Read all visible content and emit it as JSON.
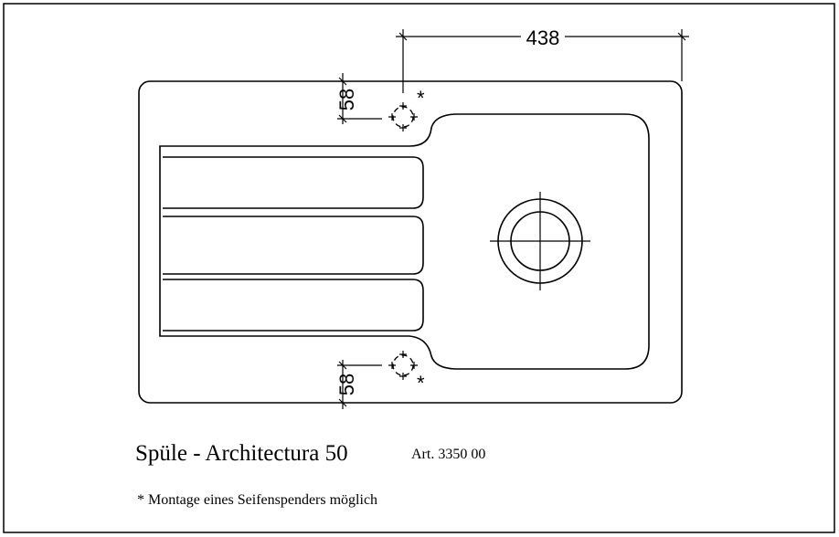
{
  "dimensions": {
    "width_label": "438",
    "top_offset_label": "58",
    "bottom_offset_label": "58"
  },
  "markers": {
    "soap_top": "*",
    "soap_bottom": "*"
  },
  "title": {
    "product": "Spüle - Architectura 50",
    "article": "Art. 3350 00"
  },
  "footnote": "* Montage eines Seifenspenders möglich"
}
